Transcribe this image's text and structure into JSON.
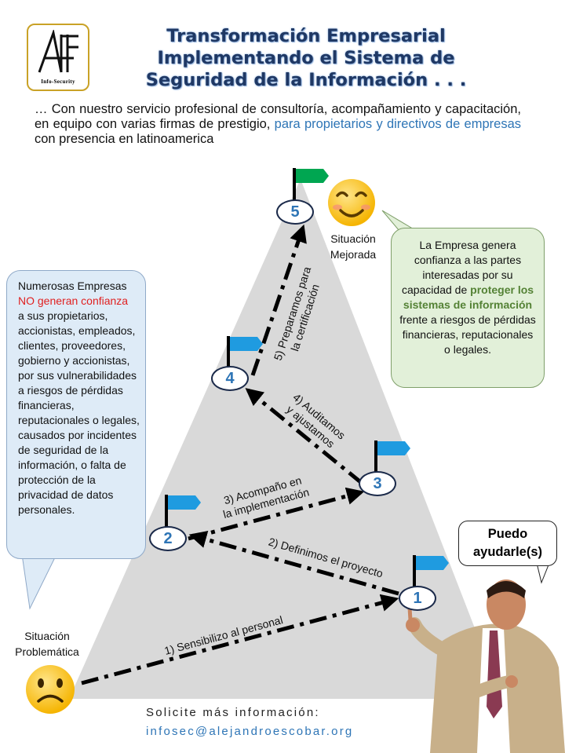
{
  "logo": {
    "brand": "Info-Security"
  },
  "title": {
    "line1": "Transformación Empresarial",
    "line2": "Implementando el Sistema de",
    "line3": "Seguridad de la Información . . ."
  },
  "intro": {
    "part1": "… Con nuestro servicio profesional de consultoría, acompañamiento y capacitación, en equipo con varias firmas de prestigio,",
    "highlight1": "para propietarios y directivos de empresas",
    "part2": "con presencia en latinoamerica"
  },
  "nodes": [
    "1",
    "2",
    "3",
    "4",
    "5"
  ],
  "steps": {
    "s1": "1) Sensibilizo  al personal",
    "s2": "2) Definimos  el proyecto",
    "s3_line1": "3) Acompaño  en",
    "s3_line2": "la implementación",
    "s4_line1": "4) Auditamos",
    "s4_line2": "y ajustamos",
    "s5_line1": "5) Preparamos  para",
    "s5_line2": "la certificación"
  },
  "left_bubble": {
    "text1": "Numerosas Empresas",
    "text_red": "NO generan confianza",
    "text2": "a sus propietarios, accionistas, empleados, clientes, proveedores, gobierno y accionistas, por sus vulnerabilidades a riesgos de pérdidas financieras, reputacionales o legales, causados por incidentes de seguridad de la información, o falta de protección de la privacidad de datos personales."
  },
  "right_bubble": {
    "text1": "La Empresa genera confianza  a las partes interesadas por  su capacidad de",
    "text_green": "proteger los sistemas de información",
    "text2": "frente a riesgos de pérdidas financieras, reputacionales o legales."
  },
  "labels": {
    "improved_line1": "Situación",
    "improved_line2": "Mejorada",
    "problem_line1": "Situación",
    "problem_line2": "Problemática"
  },
  "callout": {
    "line1": "Puedo",
    "line2": "ayudarle(s)"
  },
  "contact": {
    "label": "Solicite más información:",
    "email": "infosec@alejandroescobar.org"
  },
  "colors": {
    "title": "#1f3864",
    "accent_blue": "#2e75b6",
    "pyramid": "#d9d9d9",
    "flag_blue": "#1f9be0",
    "flag_green": "#00a651",
    "left_bubble": "#deebf7",
    "right_bubble": "#e2f0d9",
    "negative_red": "#e02020",
    "positive_green": "#548235",
    "emoji_yellow": "#ffc83d"
  }
}
